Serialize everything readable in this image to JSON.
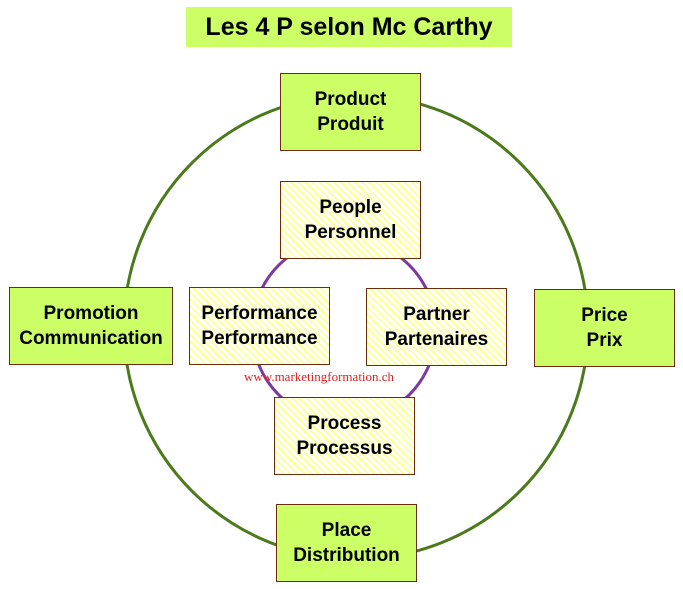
{
  "title": "Les 4 P selon Mc Carthy",
  "watermark": "www.marketingformation.ch",
  "colors": {
    "outer_box_fill": "#ccff66",
    "inner_box_hatch": "#ffff99",
    "box_border": "#6b2b0e",
    "outer_circle": "#4a7a1a",
    "inner_circle": "#7a3aa0",
    "watermark": "#e02020"
  },
  "outer_ps": {
    "product": {
      "line1": "Product",
      "line2": "Produit"
    },
    "price": {
      "line1": "Price",
      "line2": "Prix"
    },
    "place": {
      "line1": "Place",
      "line2": "Distribution"
    },
    "promotion": {
      "line1": "Promotion",
      "line2": "Communication"
    }
  },
  "inner_ps": {
    "people": {
      "line1": "People",
      "line2": "Personnel"
    },
    "partner": {
      "line1": "Partner",
      "line2": "Partenaires"
    },
    "process": {
      "line1": "Process",
      "line2": "Processus"
    },
    "performance": {
      "line1": "Performance",
      "line2": "Performance"
    }
  }
}
